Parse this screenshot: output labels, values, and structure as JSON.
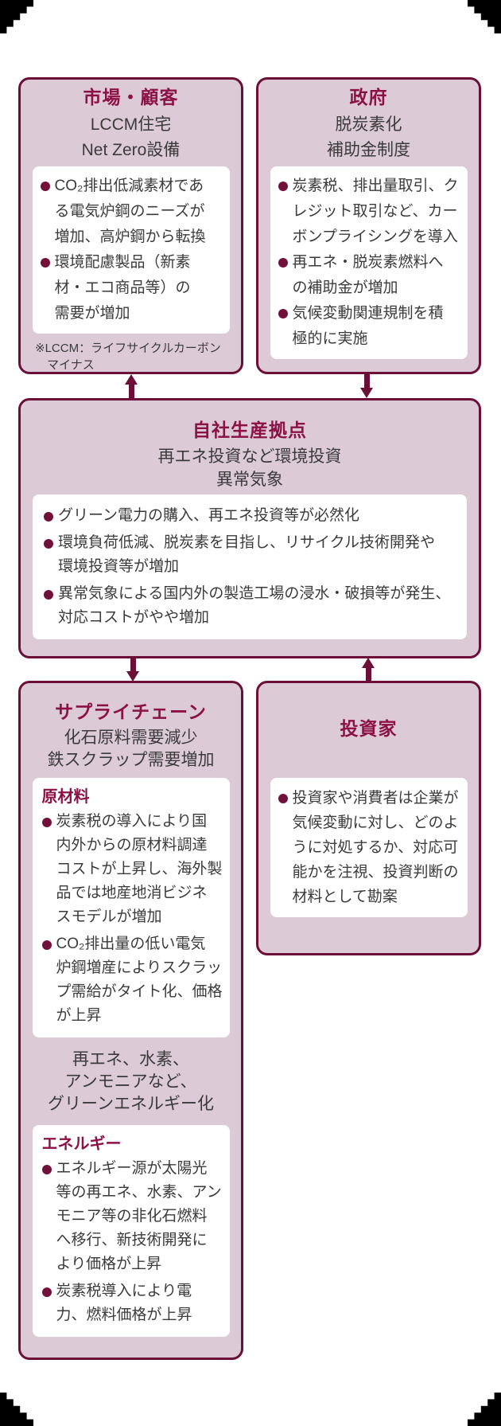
{
  "diagram": {
    "market": {
      "title": "市場・顧客",
      "subtitle": "LCCM住宅\nNet Zero設備",
      "bullets": [
        "CO₂排出低減素材であ\nる電気炉鋼のニーズが\n増加、高炉鋼から転換",
        "環境配慮製品（新素\n材・エコ商品等）の\n需要が増加"
      ],
      "note": "※LCCM：ライフサイクルカーボン\nマイナス"
    },
    "government": {
      "title": "政府",
      "subtitle": "脱炭素化\n補助金制度",
      "bullets": [
        "炭素税、排出量取引、ク\nレジット取引など、カー\nボンプライシングを導入",
        "再エネ・脱炭素燃料へ\nの補助金が増加",
        "気候変動関連規制を積\n極的に実施"
      ]
    },
    "production": {
      "title": "自社生産拠点",
      "subtitle": "再エネ投資など環境投資\n異常気象",
      "bullets": [
        "グリーン電力の購入、再エネ投資等が必然化",
        "環境負荷低減、脱炭素を目指し、リサイクル技術開発や\n環境投資等が増加",
        "異常気象による国内外の製造工場の浸水・破損等が発生、\n対応コストがやや増加"
      ]
    },
    "supply_chain": {
      "title": "サプライチェーン",
      "subtitle": "化石原料需要減少\n鉄スクラップ需要増加",
      "raw_materials": {
        "heading": "原材料",
        "bullets": [
          "炭素税の導入により国\n内外からの原材料調達\nコストが上昇し、海外製\n品では地産地消ビジネ\nスモデルが増加",
          "CO₂排出量の低い電気\n炉鋼増産によりスクラッ\nプ需給がタイト化、価格\nが上昇"
        ]
      },
      "green_energy_text": "再エネ、水素、\nアンモニアなど、\nグリーンエネルギー化",
      "energy": {
        "heading": "エネルギー",
        "bullets": [
          "エネルギー源が太陽光\n等の再エネ、水素、アン\nモニア等の非化石燃料\nへ移行、新技術開発に\nより価格が上昇",
          "炭素税導入により電\n力、燃料価格が上昇"
        ]
      }
    },
    "investor": {
      "title": "投資家",
      "bullets": [
        "投資家や消費者は企業が\n気候変動に対し、どのよ\nうに対処するか、対応可\n能かを注視、投資判断の\n材料として勘案"
      ]
    }
  },
  "colors": {
    "accent": "#6b0f38",
    "title_text": "#8c1147",
    "box_fill": "#dccbd6",
    "panel_fill": "#ffffff",
    "body_text": "#3b3b3b",
    "corner_mark": "#000000"
  },
  "icons": {
    "bullet-icon": "●",
    "arrow-up-icon": "▲",
    "arrow-down-icon": "▼"
  }
}
